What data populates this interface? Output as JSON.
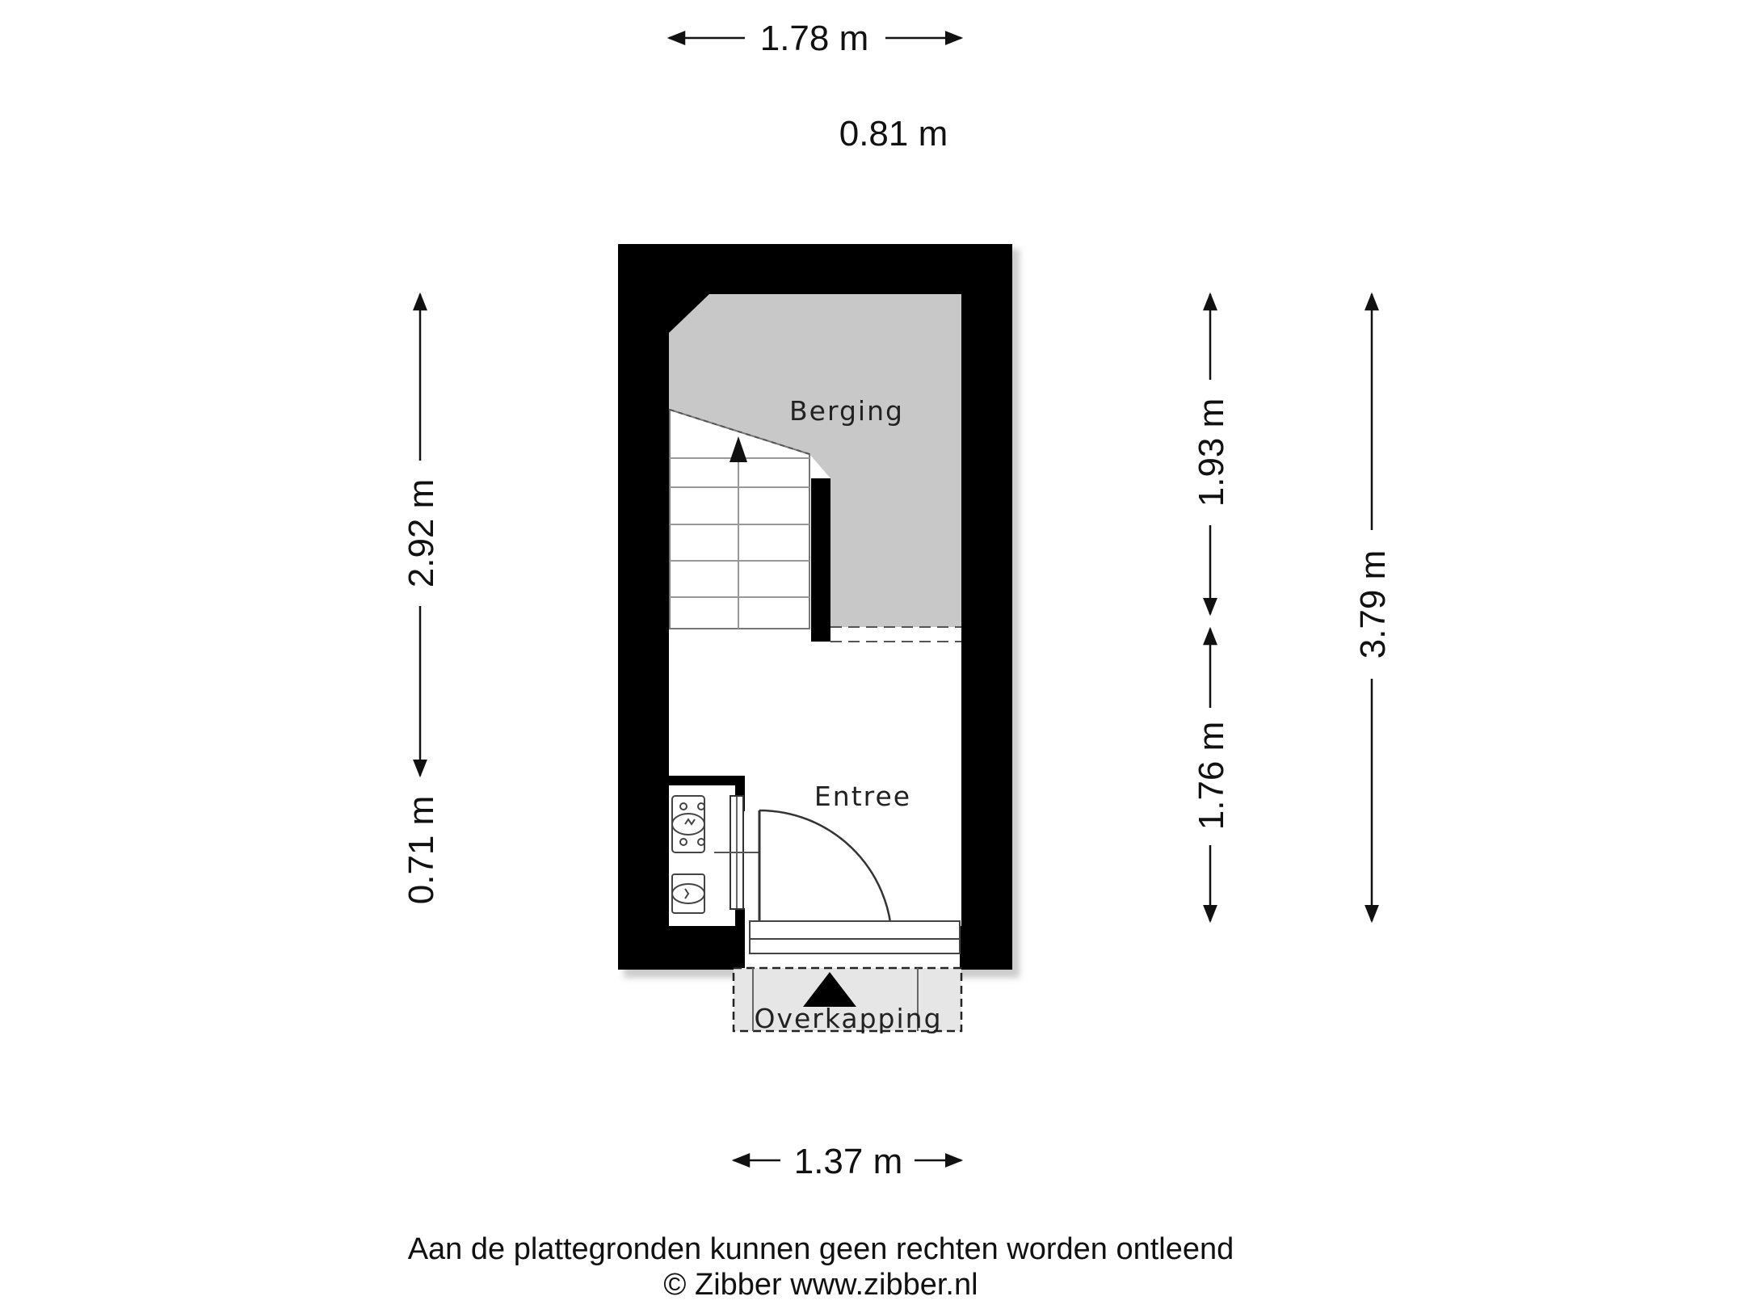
{
  "rooms": {
    "berging": "Berging",
    "entree": "Entree",
    "overkapping": "Overkapping"
  },
  "dimensions": {
    "top_width": "1.78 m",
    "top_inner": "0.81 m",
    "bottom_width": "1.37 m",
    "left_upper": "2.92 m",
    "left_lower": "0.71 m",
    "right_upper": "1.93 m",
    "right_lower": "1.76 m",
    "right_total": "3.79 m"
  },
  "footer": {
    "disclaimer": "Aan de plattegronden kunnen geen rechten worden ontleend",
    "copyright": "© Zibber www.zibber.nl"
  },
  "colors": {
    "wall": "#000000",
    "storage_fill": "#c8c8c8",
    "floor": "#ffffff",
    "canopy_fill": "#e6e6e6"
  }
}
